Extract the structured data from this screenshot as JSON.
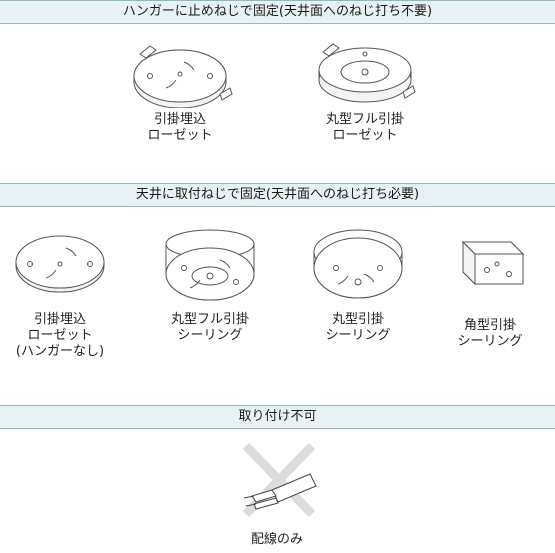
{
  "sections": [
    {
      "title": "ハンガーに止めねじで固定(天井面へのねじ打ち不要)"
    },
    {
      "title": "天井に取付ねじで固定(天井面へのねじ打ち必要)"
    },
    {
      "title": "取り付け不可"
    }
  ],
  "hanger_items": [
    {
      "icon": "round-rosette-with-hanger-icon",
      "line1": "引掛埋込",
      "line2": "ローゼット"
    },
    {
      "icon": "round-full-rosette-with-hanger-icon",
      "line1": "丸型フル引掛",
      "line2": "ローゼット"
    }
  ],
  "screw_items": [
    {
      "icon": "flush-rosette-icon",
      "line1": "引掛埋込",
      "line2": "ローゼット",
      "line3": "(ハンガーなし)"
    },
    {
      "icon": "round-full-ceiling-icon",
      "line1": "丸型フル引掛",
      "line2": "シーリング"
    },
    {
      "icon": "round-ceiling-icon",
      "line1": "丸型引掛",
      "line2": "シーリング"
    },
    {
      "icon": "square-ceiling-icon",
      "line1": "角型引掛",
      "line2": "シーリング"
    }
  ],
  "not_allowed_items": [
    {
      "icon": "crossed-out-cable-icon",
      "line1": "配線のみ"
    }
  ]
}
